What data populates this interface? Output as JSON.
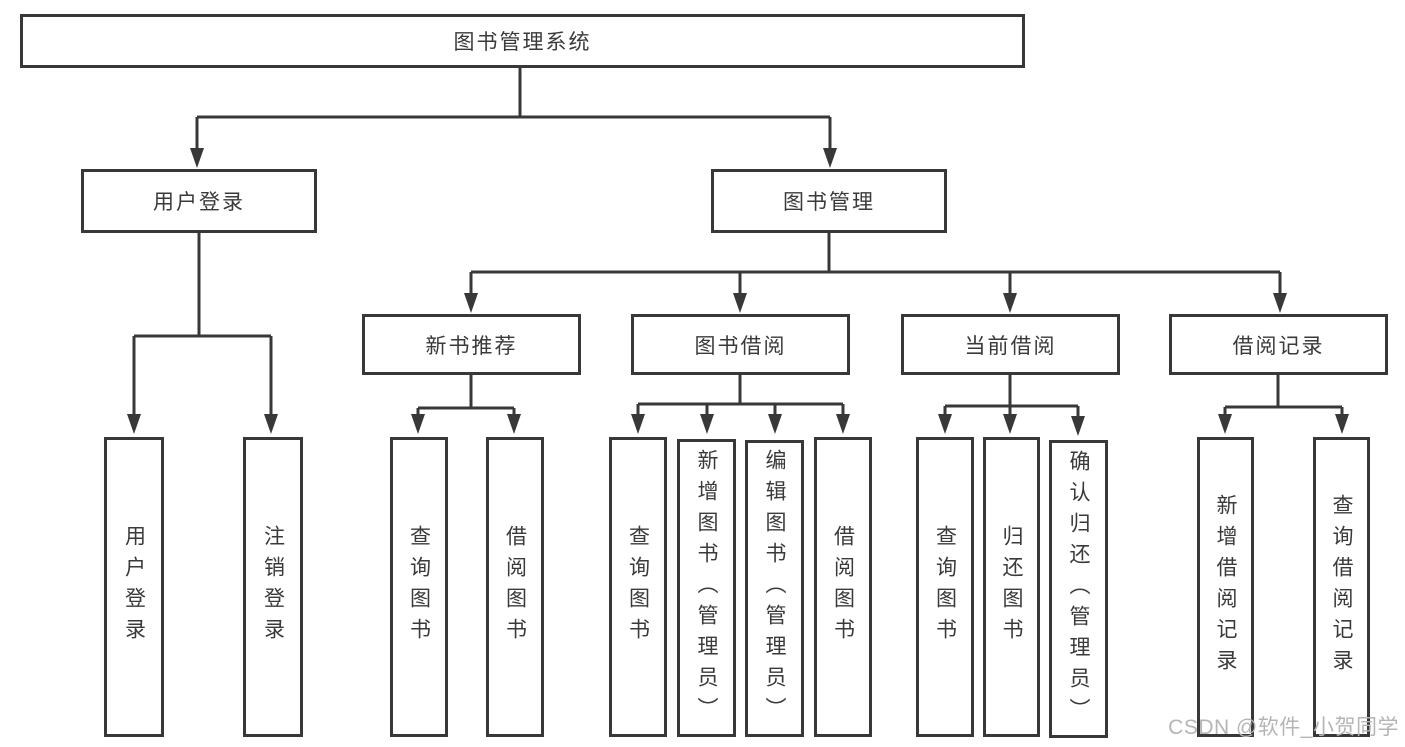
{
  "tree": {
    "label": "图书管理系统",
    "children": [
      {
        "label": "用户登录",
        "children": [
          {
            "label": "用户登录"
          },
          {
            "label": "注销登录"
          }
        ]
      },
      {
        "label": "图书管理",
        "children": [
          {
            "label": "新书推荐",
            "children": [
              {
                "label": "查询图书"
              },
              {
                "label": "借阅图书"
              }
            ]
          },
          {
            "label": "图书借阅",
            "children": [
              {
                "label": "查询图书"
              },
              {
                "label": "新增图书（管理员）"
              },
              {
                "label": "编辑图书（管理员）"
              },
              {
                "label": "借阅图书"
              }
            ]
          },
          {
            "label": "当前借阅",
            "children": [
              {
                "label": "查询图书"
              },
              {
                "label": "归还图书"
              },
              {
                "label": "确认归还（管理员）"
              }
            ]
          },
          {
            "label": "借阅记录",
            "children": [
              {
                "label": "新增借阅记录"
              },
              {
                "label": "查询借阅记录"
              }
            ]
          }
        ]
      }
    ]
  },
  "watermark": "CSDN @软件_小贺同学",
  "colors": {
    "line": "#383838",
    "text": "#3a3a3a",
    "background": "#ffffff",
    "watermark": "#b5b5b5"
  }
}
